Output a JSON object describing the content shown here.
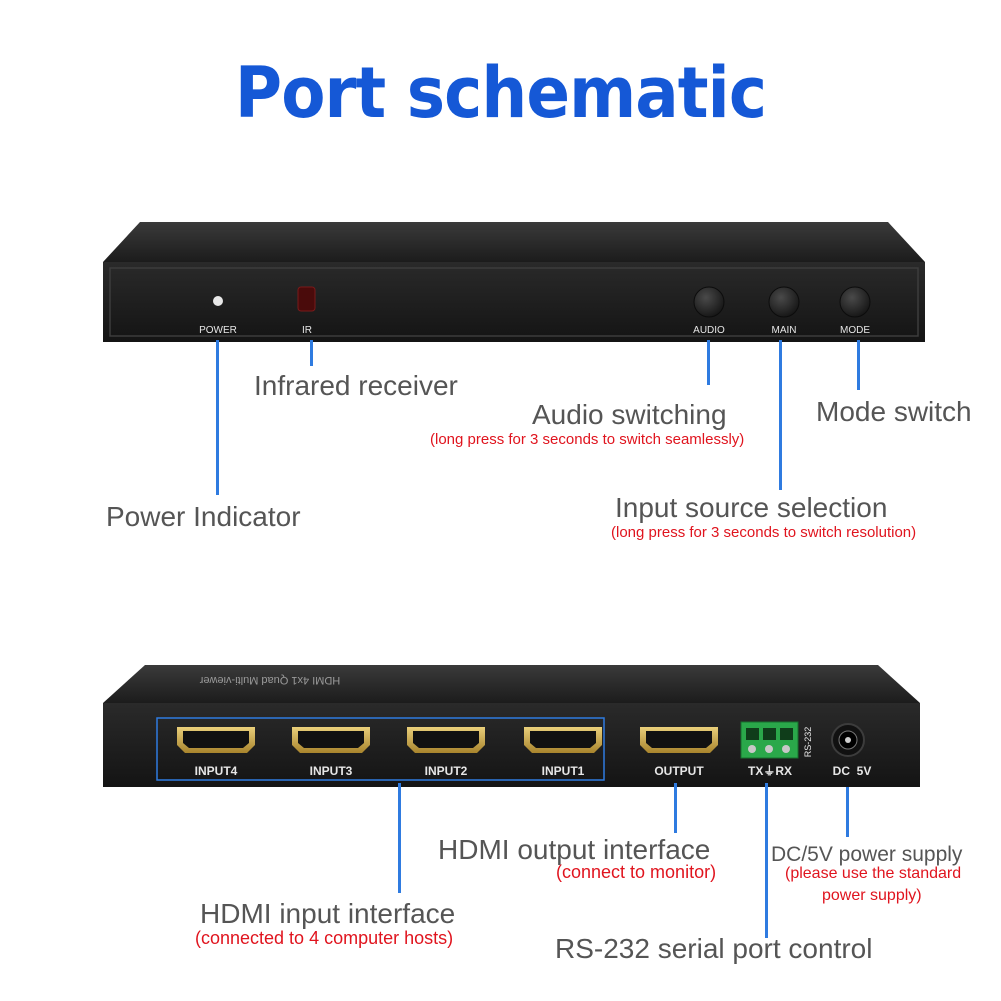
{
  "title": "Port schematic",
  "front_panel": {
    "power": "POWER",
    "ir": "IR",
    "audio": "AUDIO",
    "main": "MAIN",
    "mode": "MODE"
  },
  "rear_panel": {
    "inputs": [
      "INPUT4",
      "INPUT3",
      "INPUT2",
      "INPUT1"
    ],
    "output": "OUTPUT",
    "rs232": "RS-232",
    "txrx": "TX⏚RX",
    "dc": "DC  5V",
    "top_text": "HDMI 4x1 Quad Multi-viewer"
  },
  "callouts": {
    "infrared": "Infrared receiver",
    "audio_switch": "Audio switching",
    "audio_note": "(long press for 3 seconds to switch seamlessly)",
    "mode_switch": "Mode switch",
    "power_indicator": "Power Indicator",
    "input_select": "Input source selection",
    "input_note": "(long press for 3 seconds to switch resolution)",
    "hdmi_output": "HDMI output interface",
    "hdmi_output_note": "(connect to monitor)",
    "dc_power": "DC/5V power supply",
    "dc_note_1": "(please use the standard",
    "dc_note_2": "power supply)",
    "hdmi_input": "HDMI input interface",
    "hdmi_input_note": "(connected to 4 computer hosts)",
    "rs232_control": "RS-232 serial port control"
  },
  "colors": {
    "title": "#1558d6",
    "callout_line": "#2f7be0",
    "note": "#e0141e",
    "device": "#1e1e1e"
  }
}
